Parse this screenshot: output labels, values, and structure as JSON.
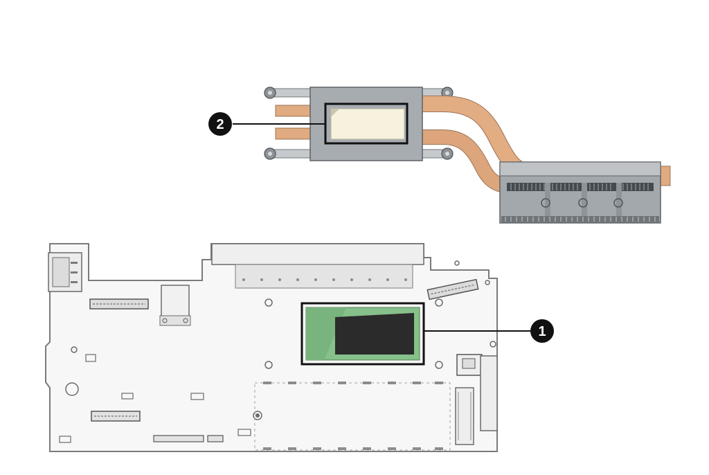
{
  "callouts": [
    {
      "label": "1",
      "target": "processor"
    },
    {
      "label": "2",
      "target": "heat-sink-thermal-pad"
    }
  ],
  "colors": {
    "board": "#f7f7f7",
    "board_outline": "#7a7a7a",
    "processor_substrate": "#86c08a",
    "processor_die": "#2b2b2b",
    "heat_sink_copper": "#d9a57c",
    "heat_sink_metal": "#a3a8ad",
    "thermal_pad": "#f6f2de",
    "callout_badge": "#111111"
  }
}
